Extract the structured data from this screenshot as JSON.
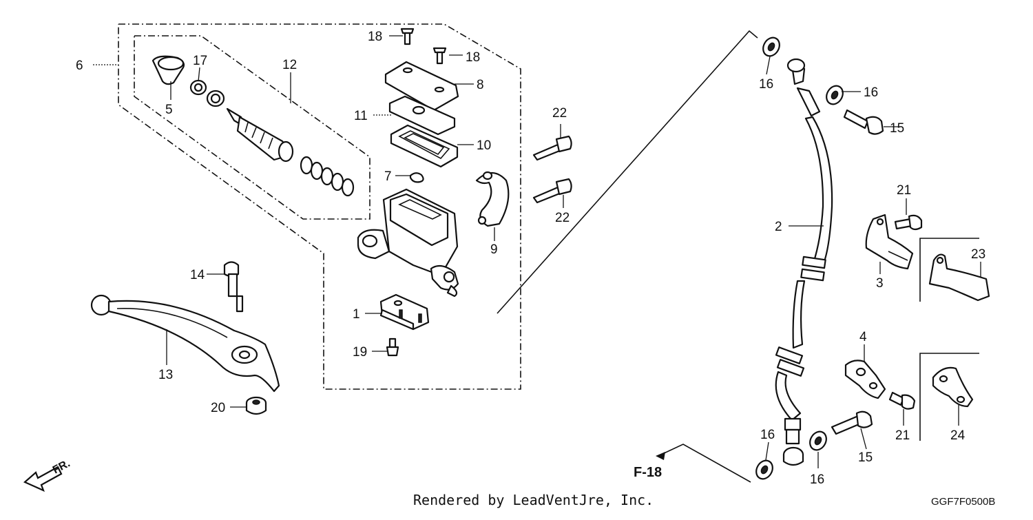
{
  "parts": {
    "p1": "1",
    "p2": "2",
    "p3": "3",
    "p4": "4",
    "p5": "5",
    "p6": "6",
    "p7": "7",
    "p8": "8",
    "p9": "9",
    "p10": "10",
    "p11": "11",
    "p12": "12",
    "p13": "13",
    "p14": "14",
    "p15": "15",
    "p16": "16",
    "p17": "17",
    "p18": "18",
    "p19": "19",
    "p20": "20",
    "p21": "21",
    "p22": "22",
    "p23": "23",
    "p24": "24"
  },
  "reference": "F-18",
  "direction": "FR.",
  "footer": {
    "credit": "Rendered by LeadVentJre, Inc.",
    "code": "GGF7F0500B"
  },
  "colors": {
    "ink": "#111111",
    "paper": "#ffffff"
  }
}
